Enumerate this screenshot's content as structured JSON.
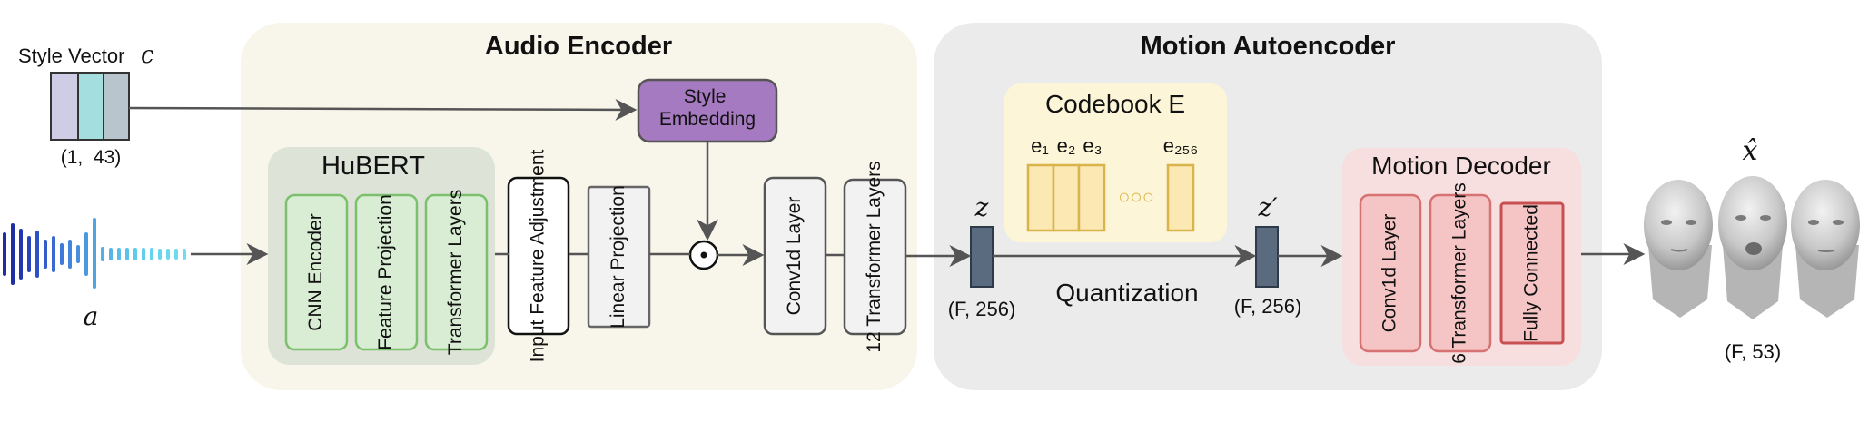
{
  "style_vector": {
    "label": "Style Vector",
    "symbol": "c",
    "shape": "(1,  43)"
  },
  "audio": {
    "symbol": "a"
  },
  "audio_encoder": {
    "title": "Audio Encoder",
    "hubert": {
      "title": "HuBERT",
      "blocks": [
        "CNN Encoder",
        "Feature Projection",
        "Transformer Layers"
      ]
    },
    "input_feature_adjustment": "Input Feature Adjustment",
    "linear_projection": "Linear Projection",
    "style_embedding": "Style Embedding",
    "dot_operator": "⊙",
    "conv1d": "Conv1d Layer",
    "transformers": "12 Transformer Layers"
  },
  "motion_autoencoder": {
    "title": "Motion Autoencoder",
    "z": {
      "symbol": "z",
      "shape": "(F, 256)"
    },
    "codebook": {
      "title": "Codebook E",
      "entries": [
        "e₁",
        "e₂",
        "e₃",
        "e₂₅₆"
      ],
      "ellipsis": "○○○"
    },
    "quantization": "Quantization",
    "z_prime": {
      "symbol": "z′",
      "shape": "(F, 256)"
    },
    "motion_decoder": {
      "title": "Motion Decoder",
      "blocks": [
        "Conv1d Layer",
        "6 Transformer Layers",
        "Fully Connected"
      ]
    }
  },
  "output": {
    "symbol": "x̂",
    "shape": "(F, 53)"
  }
}
